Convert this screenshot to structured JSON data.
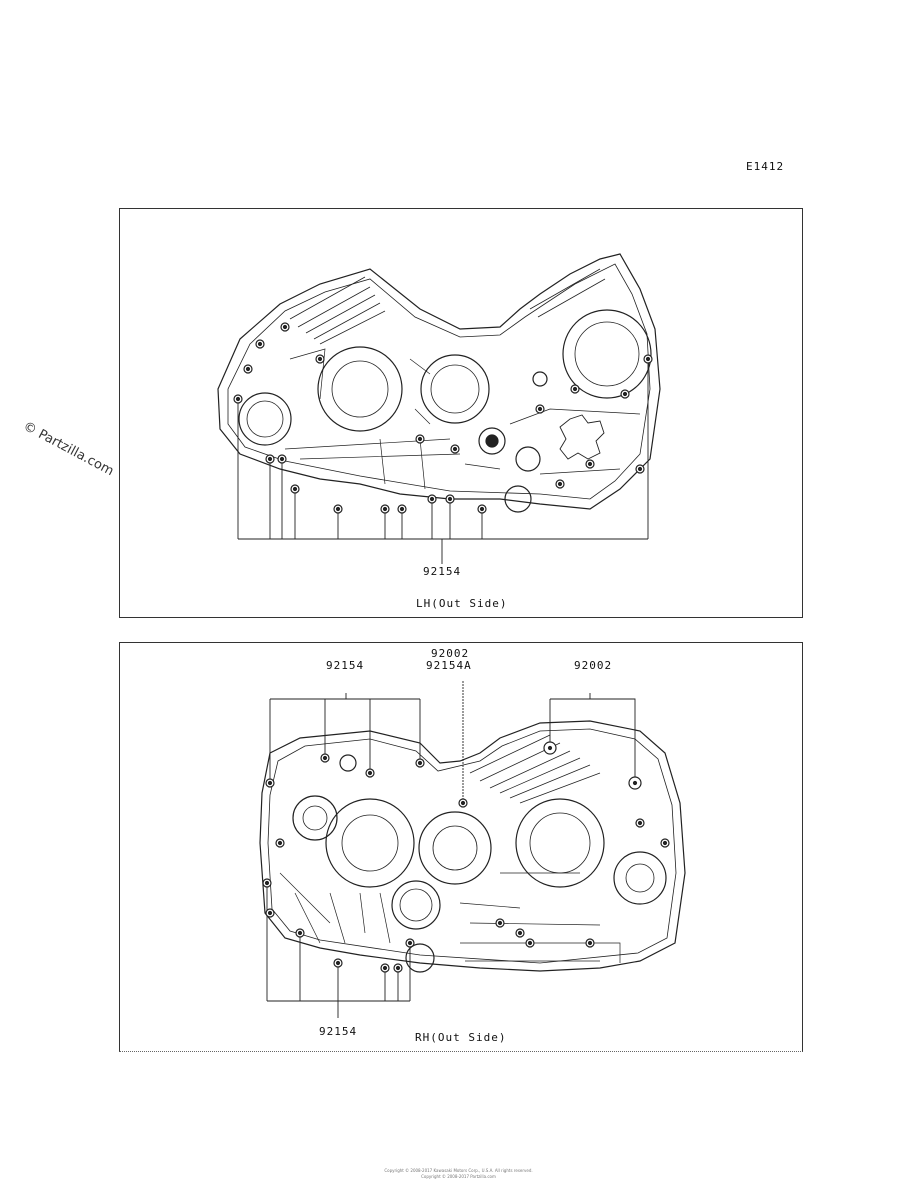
{
  "figure_code": "E1412",
  "watermark": "© Partzilla.com",
  "lh_panel": {
    "caption": "LH(Out Side)",
    "callouts": {
      "bolt": "92154"
    }
  },
  "rh_panel": {
    "caption": "RH(Out Side)",
    "callouts": {
      "bolt_top": "92154",
      "bolt_bottom": "92154",
      "stud": "92002",
      "bolt_alt": "92154A",
      "stud_right": "92002"
    }
  },
  "footer": {
    "line1": "Copyright © 2008-2017 Kawasaki Motors Corp., U.S.A. All rights reserved.",
    "line2": "Copyright © 2008-2017 Partzilla.com"
  }
}
